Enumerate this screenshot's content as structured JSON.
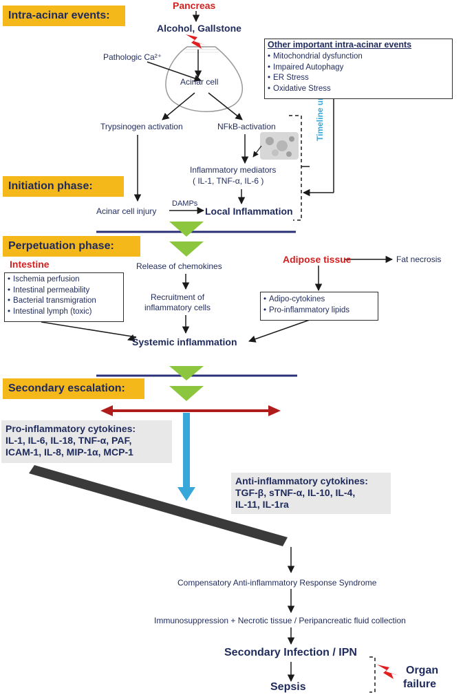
{
  "phases": {
    "intra_acinar": "Intra-acinar events:",
    "initiation": "Initiation phase:",
    "perpetuation": "Perpetuation phase:",
    "secondary": "Secondary escalation:"
  },
  "top": {
    "pancreas": "Pancreas",
    "triggers": "Alcohol, Gallstone",
    "pathologic_ca": "Pathologic Ca²⁺",
    "acinar_cell": "Acinar cell",
    "trypsinogen": "Trypsinogen  activation",
    "nfkb": "NFkB-activation",
    "mediators_1": "Inflammatory mediators",
    "mediators_2": "( IL-1,  TNF-α,  IL-6 )",
    "acinar_injury": "Acinar cell injury",
    "damps": "DAMPs",
    "local_inflammation": "Local Inflammation",
    "timeline": "Timeline unclear"
  },
  "other_events": {
    "title": "Other important intra-acinar events",
    "items": [
      "Mitochondrial dysfunction",
      "Impaired Autophagy",
      "ER Stress",
      "Oxidative Stress"
    ]
  },
  "perpetuation": {
    "intestine": "Intestine",
    "intestine_items": [
      "Ischemia perfusion",
      "Intestinal permeability",
      "Bacterial transmigration",
      "Intestinal lymph (toxic)"
    ],
    "chemokines": "Release of chemokines",
    "recruitment_1": "Recruitment of",
    "recruitment_2": "inflammatory cells",
    "adipose": "Adipose tissue",
    "fat_necrosis": "Fat necrosis",
    "adipose_items": [
      "Adipo-cytokines",
      "Pro-inflammatory lipids"
    ],
    "systemic": "Systemic inflammation"
  },
  "cytokines": {
    "pro_title": "Pro-inflammatory cytokines:",
    "pro_lines": [
      "IL-1, IL-6, IL-18, TNF-α, PAF,",
      "ICAM-1, IL-8, MIP-1α, MCP-1"
    ],
    "anti_title": "Anti-inflammatory cytokines:",
    "anti_lines": [
      "TGF-β, sTNF-α, IL-10, IL-4,",
      "IL-11, IL-1ra"
    ]
  },
  "bottom": {
    "cars": "Compensatory  Anti-inflammatory  Response  Syndrome",
    "immuno": "Immunosuppression + Necrotic tissue / Peripancreatic fluid collection",
    "infection": "Secondary Infection / IPN",
    "sepsis": "Sepsis",
    "organ_1": "Organ",
    "organ_2": "failure"
  },
  "colors": {
    "navy": "#1f2a5c",
    "phase_bg": "#f5b81a",
    "red": "#d21f1f",
    "green": "#8cc63f",
    "cyan": "#37a6d9",
    "grey_box": "#e8e8e8"
  },
  "icons": [
    "lightning-icon",
    "acinar-cell-shape",
    "cell-image-icon"
  ]
}
